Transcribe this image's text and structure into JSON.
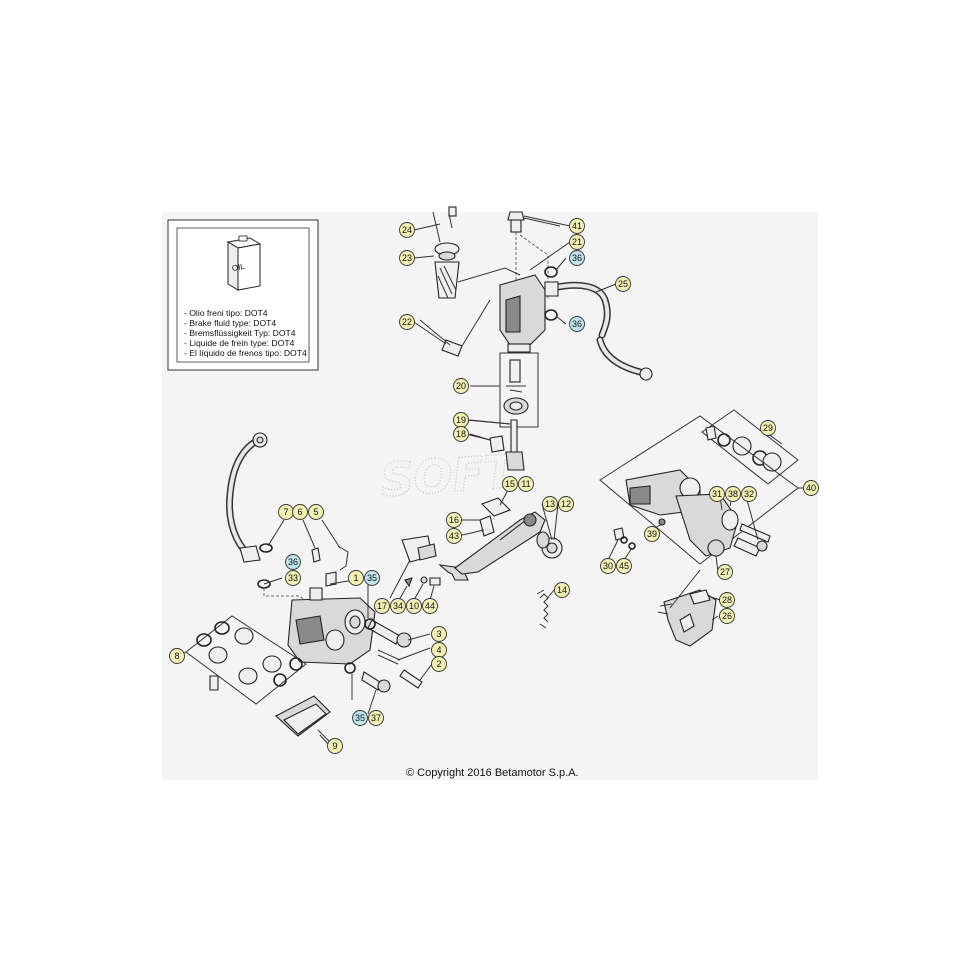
{
  "info_box": {
    "oil_can_label": "OIL",
    "lines": [
      "- Olio freni tipo: DOT4",
      "- Brake fluid type: DOT4",
      "- Bremsflüssigkeit Typ: DOT4",
      "- Liquide de frein type: DOT4",
      "- El líquido de frenos tipo: DOT4"
    ]
  },
  "watermark": "SOFT",
  "copyright": "© Copyright 2016 Betamotor S.p.A.",
  "colors": {
    "callout_yellow": "#f1efb4",
    "callout_blue": "#bfe3ef",
    "background": "#f4f4f4"
  },
  "callouts": [
    {
      "id": "24",
      "label": "24",
      "style": "yellow"
    },
    {
      "id": "41",
      "label": "41",
      "style": "yellow"
    },
    {
      "id": "21",
      "label": "21",
      "style": "yellow"
    },
    {
      "id": "36a",
      "label": "36",
      "style": "blue"
    },
    {
      "id": "23",
      "label": "23",
      "style": "yellow"
    },
    {
      "id": "25",
      "label": "25",
      "style": "yellow"
    },
    {
      "id": "22",
      "label": "22",
      "style": "yellow"
    },
    {
      "id": "36b",
      "label": "36",
      "style": "blue"
    },
    {
      "id": "20",
      "label": "20",
      "style": "yellow"
    },
    {
      "id": "19",
      "label": "19",
      "style": "yellow"
    },
    {
      "id": "18",
      "label": "18",
      "style": "yellow"
    },
    {
      "id": "29",
      "label": "29",
      "style": "yellow"
    },
    {
      "id": "15",
      "label": "15",
      "style": "yellow"
    },
    {
      "id": "11",
      "label": "11",
      "style": "yellow"
    },
    {
      "id": "40",
      "label": "40",
      "style": "yellow"
    },
    {
      "id": "31",
      "label": "31",
      "style": "yellow"
    },
    {
      "id": "38",
      "label": "38",
      "style": "yellow"
    },
    {
      "id": "32",
      "label": "32",
      "style": "yellow"
    },
    {
      "id": "13",
      "label": "13",
      "style": "yellow"
    },
    {
      "id": "12",
      "label": "12",
      "style": "yellow"
    },
    {
      "id": "7",
      "label": "7",
      "style": "yellow"
    },
    {
      "id": "6",
      "label": "6",
      "style": "yellow"
    },
    {
      "id": "5",
      "label": "5",
      "style": "yellow"
    },
    {
      "id": "16",
      "label": "16",
      "style": "yellow"
    },
    {
      "id": "43",
      "label": "43",
      "style": "yellow"
    },
    {
      "id": "39",
      "label": "39",
      "style": "yellow"
    },
    {
      "id": "36c",
      "label": "36",
      "style": "blue"
    },
    {
      "id": "33",
      "label": "33",
      "style": "yellow"
    },
    {
      "id": "1",
      "label": "1",
      "style": "yellow"
    },
    {
      "id": "35a",
      "label": "35",
      "style": "blue"
    },
    {
      "id": "30",
      "label": "30",
      "style": "yellow"
    },
    {
      "id": "45",
      "label": "45",
      "style": "yellow"
    },
    {
      "id": "27",
      "label": "27",
      "style": "yellow"
    },
    {
      "id": "17",
      "label": "17",
      "style": "yellow"
    },
    {
      "id": "34",
      "label": "34",
      "style": "yellow"
    },
    {
      "id": "10",
      "label": "10",
      "style": "yellow"
    },
    {
      "id": "44",
      "label": "44",
      "style": "yellow"
    },
    {
      "id": "14",
      "label": "14",
      "style": "yellow"
    },
    {
      "id": "28",
      "label": "28",
      "style": "yellow"
    },
    {
      "id": "26",
      "label": "26",
      "style": "yellow"
    },
    {
      "id": "3",
      "label": "3",
      "style": "yellow"
    },
    {
      "id": "4",
      "label": "4",
      "style": "yellow"
    },
    {
      "id": "8",
      "label": "8",
      "style": "yellow"
    },
    {
      "id": "2",
      "label": "2",
      "style": "yellow"
    },
    {
      "id": "35b",
      "label": "35",
      "style": "blue"
    },
    {
      "id": "37",
      "label": "37",
      "style": "yellow"
    },
    {
      "id": "9",
      "label": "9",
      "style": "yellow"
    }
  ]
}
